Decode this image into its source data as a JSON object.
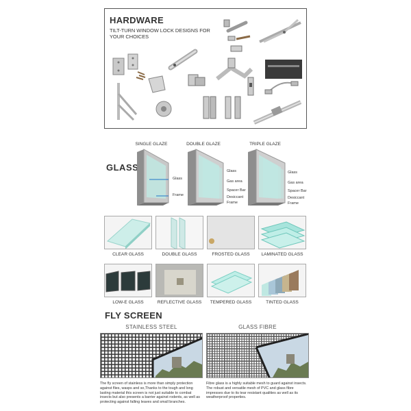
{
  "hardware": {
    "title": "HARDWARE",
    "subtitle": "TILT-TURN WINDOW LOCK DESIGNS FOR YOUR CHOICES"
  },
  "glass": {
    "title": "GLASS",
    "glaze_types": [
      {
        "label": "SINGLE GLAZE",
        "callouts": [
          "Glass",
          "Frame"
        ]
      },
      {
        "label": "DOUBLE GLAZE",
        "callouts": [
          "Glass",
          "Gas area",
          "Spacer Bar",
          "Desiccant",
          "Frame"
        ]
      },
      {
        "label": "TRIPLE GLAZE",
        "callouts": [
          "Glass",
          "Gas area",
          "Spacer Bar",
          "Desiccant",
          "Frame"
        ]
      }
    ],
    "types": [
      "CLEAR GLASS",
      "DOUBLE GLASS",
      "FROSTED GLASS",
      "LAMINATED GLASS",
      "LOW-E GLASS",
      "REFLECTIVE GLASS",
      "TEMPERED GLASS",
      "TINTED GLASS"
    ]
  },
  "fly_screen": {
    "title": "FLY SCREEN",
    "options": [
      {
        "name": "STAINLESS STEEL",
        "description": "The fly screen of stainless is more than simply protection against flies, wasps and so,Thanks to the tough and long lasting material this screen is not just suitable to combat insects but also presents a barrier against rodents, as well as protecting against falling leaves and small branches."
      },
      {
        "name": "GLASS FIBRE",
        "description": "Fibre glass is a highly suitable mesh to guard against insects. The robust and versatile mesh of PVC and glass fibre impresses due to its tear resistant qualities as well as its weatherproof properties."
      }
    ]
  },
  "colors": {
    "text": "#333333",
    "border": "#555555",
    "glass_tint": "#bfe8e2",
    "callout_blue": "#1e74c8"
  }
}
